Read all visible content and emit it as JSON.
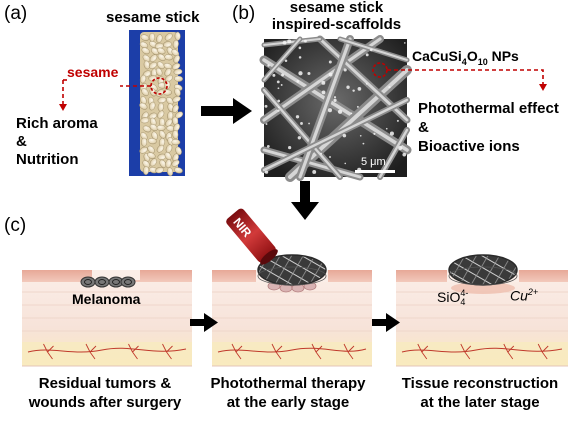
{
  "panels": {
    "a": {
      "label": "(a)",
      "title": "sesame stick",
      "pointer": "sesame",
      "notes": [
        "Rich aroma",
        "&",
        "Nutrition"
      ]
    },
    "b": {
      "label": "(b)",
      "title_line1": "sesame stick",
      "title_line2": "inspired-scaffolds",
      "scale_bar": "5 μm",
      "nps_label_main": "CaCuSi",
      "nps_sub1": "4",
      "nps_mid": "O",
      "nps_sub2": "10",
      "nps_tail": " NPs",
      "notes": [
        "Photothermal effect",
        "&",
        "Bioactive ions"
      ]
    },
    "c": {
      "label": "(c)",
      "nir": "NIR",
      "melanoma": "Melanoma",
      "sio_main": "SiO",
      "sio_sup": "4-",
      "sio_sub": "4",
      "cu_main": "Cu",
      "cu_sup": "2+",
      "captions": [
        [
          "Residual tumors &",
          "wounds after surgery"
        ],
        [
          "Photothermal therapy",
          "at the early stage"
        ],
        [
          "Tissue reconstruction",
          "at the later stage"
        ]
      ]
    }
  },
  "colors": {
    "accent_red": "#c00000",
    "skin_top": "#e8a896",
    "skin_mid": "#f6e6dd",
    "fat_yellow": "#f6e7a8"
  }
}
